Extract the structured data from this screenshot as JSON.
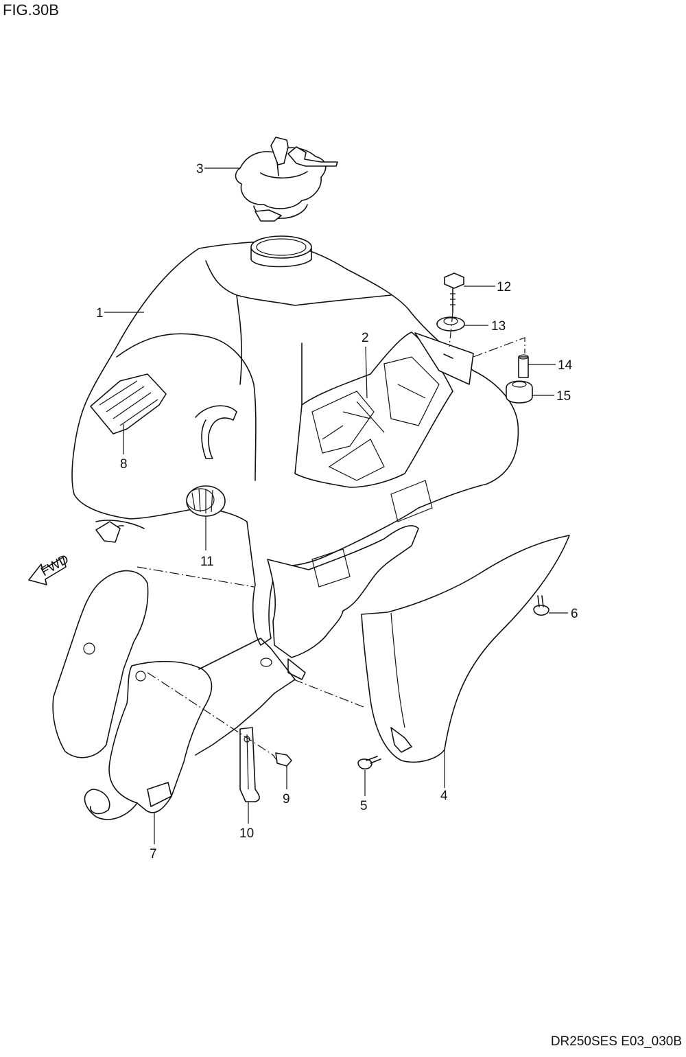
{
  "figure": {
    "title": "FIG.30B",
    "code": "DR250SES E03_030B",
    "fwd_label": "FWD"
  },
  "callouts": [
    {
      "id": "c1",
      "label": "1"
    },
    {
      "id": "c2",
      "label": "2"
    },
    {
      "id": "c3",
      "label": "3"
    },
    {
      "id": "c4",
      "label": "4"
    },
    {
      "id": "c5",
      "label": "5"
    },
    {
      "id": "c6",
      "label": "6"
    },
    {
      "id": "c7",
      "label": "7"
    },
    {
      "id": "c8",
      "label": "8"
    },
    {
      "id": "c9",
      "label": "9"
    },
    {
      "id": "c10",
      "label": "10"
    },
    {
      "id": "c11",
      "label": "11"
    },
    {
      "id": "c12",
      "label": "12"
    },
    {
      "id": "c13",
      "label": "13"
    },
    {
      "id": "c14",
      "label": "14"
    },
    {
      "id": "c15",
      "label": "15"
    }
  ]
}
